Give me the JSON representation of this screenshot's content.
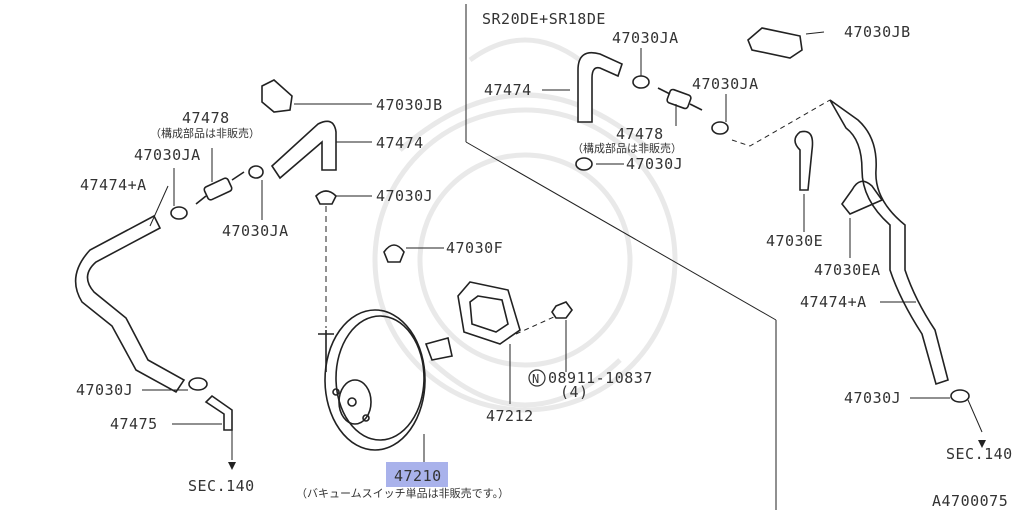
{
  "variant_label": "SR20DE+SR18DE",
  "diagram_code": "A4700075",
  "labels": {
    "l_47030jb_top": "47030JB",
    "l_47474_top": "47474",
    "l_47030ja_top": "47030JA",
    "l_47030ja_mid": "47030JA",
    "l_47478_right": "47478",
    "l_note_right": "（構成部品は非販売）",
    "l_47030j_right": "47030J",
    "l_47030e": "47030E",
    "l_47030ea": "47030EA",
    "l_47474a_right": "47474+A",
    "l_47030j_bottom_right": "47030J",
    "l_sec140_right": "SEC.140",
    "l_47030jb_left": "47030JB",
    "l_47478_left": "47478",
    "l_note_left": "（構成部品は非販売）",
    "l_47474_left": "47474",
    "l_47030ja_left": "47030JA",
    "l_47474a_left": "47474+A",
    "l_47030ja_lower": "47030JA",
    "l_47030j_center": "47030J",
    "l_47030f": "47030F",
    "l_47030j_left": "47030J",
    "l_47475": "47475",
    "l_sec140_left": "SEC.140",
    "l_nut": "08911-10837",
    "l_nut_qty": "(4)",
    "l_47212": "47212",
    "l_47210": "47210",
    "l_note_bottom": "（バキュームスイッチ単品は非販売です。）"
  },
  "nut_symbol": "N",
  "highlight_part": "47210",
  "colors": {
    "highlight": "#9aa4e8",
    "line": "#222222",
    "text": "#333333",
    "watermark": "#e9e9e9"
  }
}
